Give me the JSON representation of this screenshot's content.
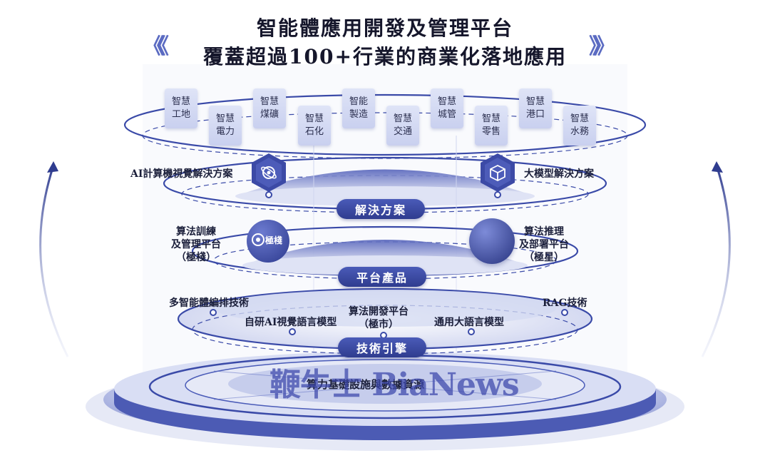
{
  "title": {
    "line1": "智能體應用開發及管理平台",
    "line2": "覆蓋超過100+行業的商業化落地應用"
  },
  "chevrons": {
    "left": "《《",
    "right": "》》"
  },
  "industries": [
    {
      "line1": "智慧",
      "line2": "工地"
    },
    {
      "line1": "智慧",
      "line2": "電力"
    },
    {
      "line1": "智慧",
      "line2": "煤礦"
    },
    {
      "line1": "智慧",
      "line2": "石化"
    },
    {
      "line1": "智能",
      "line2": "製造"
    },
    {
      "line1": "智慧",
      "line2": "交通"
    },
    {
      "line1": "智慧",
      "line2": "城管"
    },
    {
      "line1": "智慧",
      "line2": "零售"
    },
    {
      "line1": "智慧",
      "line2": "港口"
    },
    {
      "line1": "智慧",
      "line2": "水務"
    }
  ],
  "layers": {
    "solutions": {
      "pill": "解決方案",
      "left": "AI計算機視覺解決方案",
      "right": "大模型解決方案"
    },
    "platform": {
      "pill": "平台產品",
      "left": {
        "line1": "算法訓練",
        "line2": "及管理平台",
        "line3": "（極棧）"
      },
      "right": {
        "line1": "算法推理",
        "line2": "及部署平台",
        "line3": "（極星）"
      },
      "logo_text": "極棧"
    },
    "engine": {
      "pill": "技術引擎",
      "items": {
        "multi_agent": "多智能體編排技術",
        "vision_lang": "自研AI視覺語言模型",
        "algo_dev": {
          "line1": "算法開發平台",
          "line2": "（極市）"
        },
        "general_llm": "通用大語言模型",
        "rag": "RAG技術"
      }
    },
    "base": {
      "label": "算力基礎設施與數據資源"
    }
  },
  "watermark": "鞭牛士 BiaNews",
  "colors": {
    "accent": "#3a4aa8",
    "ring": "#4a5bb8",
    "card": "#d6dcf3"
  },
  "icons": [
    "hexagon-ai-icon",
    "hexagon-cube-icon",
    "jizhan-logo-icon",
    "sphere-icon",
    "arrow-up-left-icon",
    "arrow-up-right-icon"
  ]
}
